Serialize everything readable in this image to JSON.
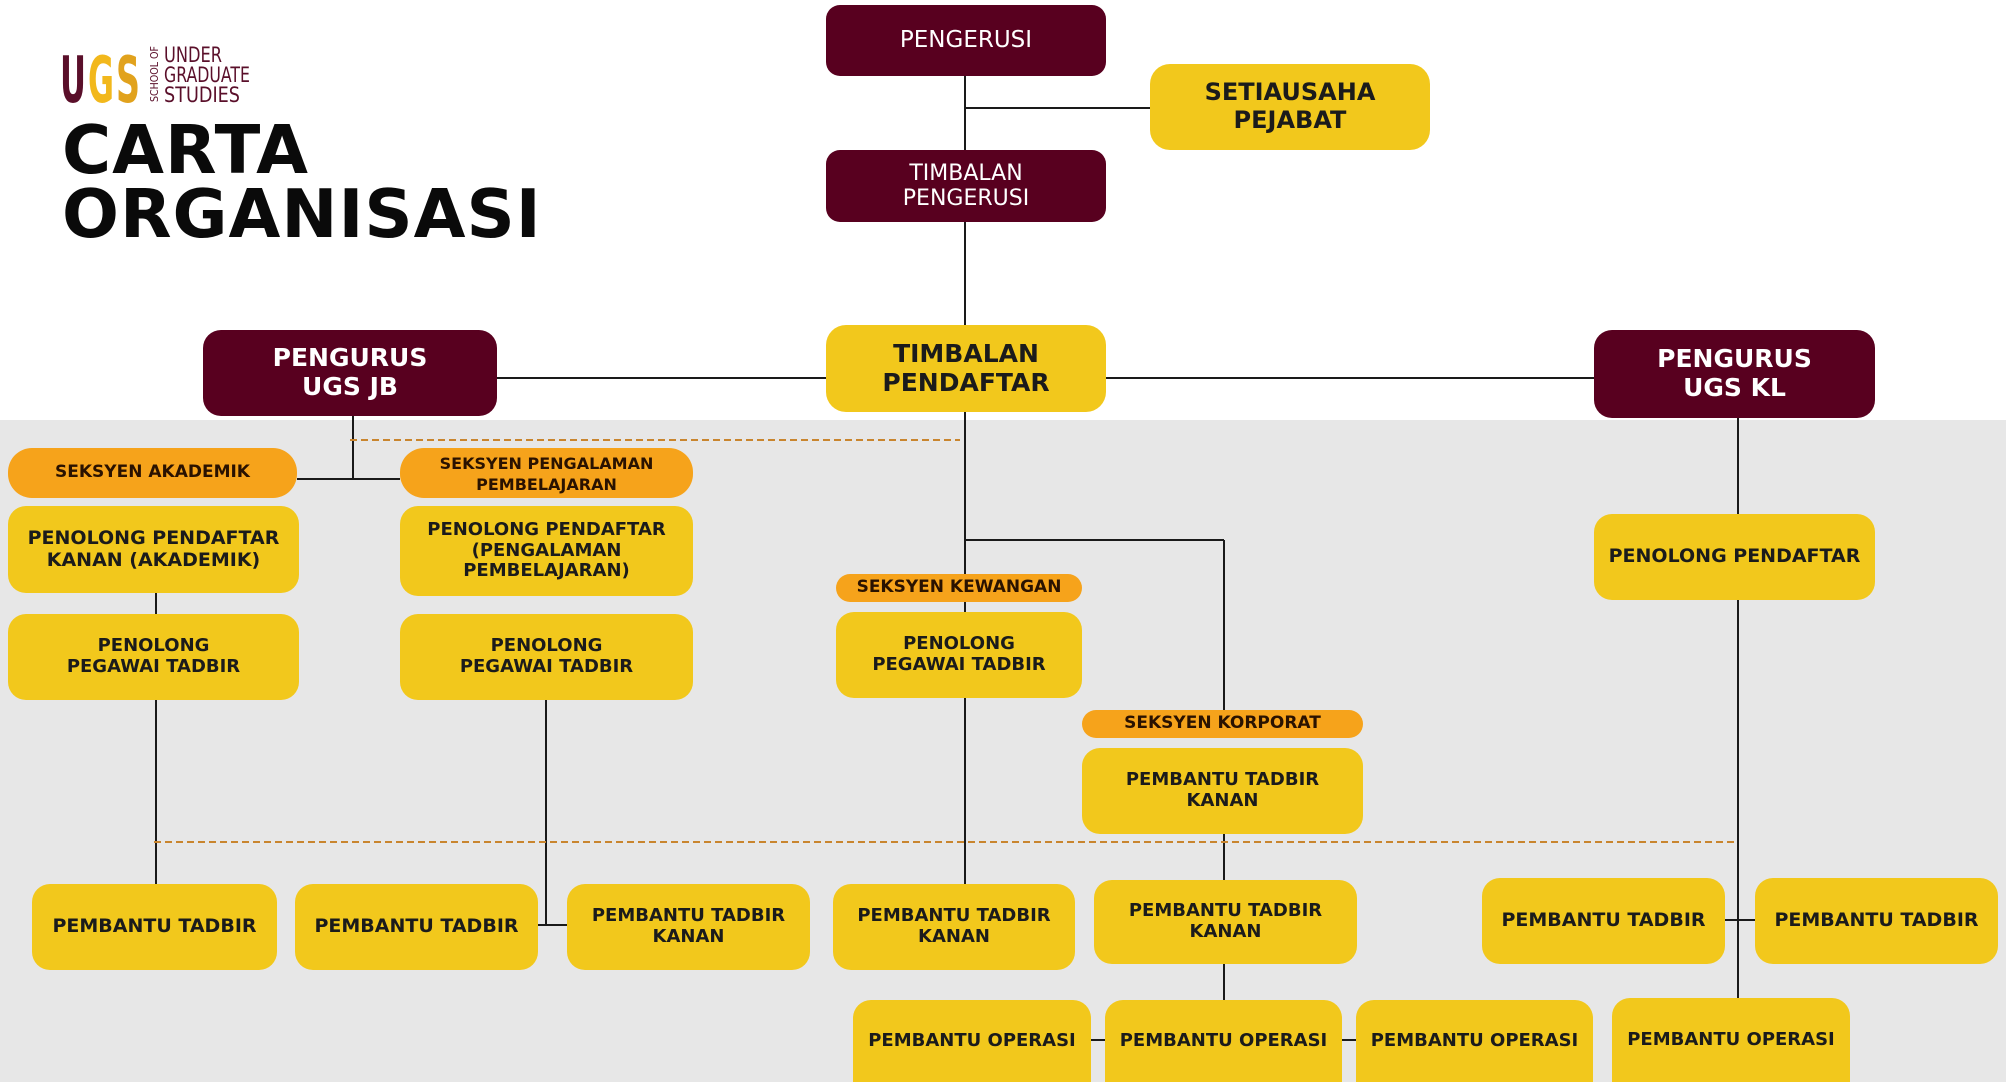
{
  "logo": {
    "letters": "UGS",
    "small": "SCHOOL OF",
    "lines": [
      "UNDER",
      "GRADUATE",
      "STUDIES"
    ],
    "colors": {
      "u": "#5a0f2a",
      "g": "#f2b81c",
      "s": "#e1a21d"
    }
  },
  "title": "CARTA\nORGANISASI",
  "colors": {
    "maroon": "#58001f",
    "yellow": "#f2c81c",
    "orange": "#f6a31b",
    "gray_band": "#e7e7e7",
    "dashed": "#c9852e"
  },
  "nodes": {
    "pengerusi": "PENGERUSI",
    "setiausaha": "SETIAUSAHA\nPEJABAT",
    "timbalan_pengerusi": "TIMBALAN\nPENGERUSI",
    "timbalan_pendaftar": "TIMBALAN\nPENDAFTAR",
    "pengurus_jb": "PENGURUS\nUGS JB",
    "pengurus_kl": "PENGURUS\nUGS KL",
    "seksyen_akademik": "SEKSYEN AKADEMIK",
    "seksyen_pengalaman": "SEKSYEN PENGALAMAN\nPEMBELAJARAN",
    "seksyen_kewangan": "SEKSYEN KEWANGAN",
    "seksyen_korporat": "SEKSYEN KORPORAT",
    "ppk_akademik": "PENOLONG PENDAFTAR\nKANAN (AKADEMIK)",
    "pp_pengalaman": "PENOLONG PENDAFTAR\n(PENGALAMAN\nPEMBELAJARAN)",
    "penolong_pendaftar_kl": "PENOLONG PENDAFTAR",
    "ppt_akademik": "PENOLONG\nPEGAWAI TADBIR",
    "ppt_pengalaman": "PENOLONG\nPEGAWAI TADBIR",
    "ppt_kewangan": "PENOLONG\nPEGAWAI TADBIR",
    "ptk_korporat": "PEMBANTU TADBIR\nKANAN",
    "pt_1": "PEMBANTU TADBIR",
    "pt_2": "PEMBANTU TADBIR",
    "ptk_3": "PEMBANTU TADBIR\nKANAN",
    "ptk_4": "PEMBANTU TADBIR\nKANAN",
    "ptk_5": "PEMBANTU TADBIR\nKANAN",
    "pt_kl_1": "PEMBANTU TADBIR",
    "pt_kl_2": "PEMBANTU TADBIR",
    "po_1": "PEMBANTU OPERASI",
    "po_2": "PEMBANTU OPERASI",
    "po_3": "PEMBANTU OPERASI",
    "po_kl": "PEMBANTU OPERASI"
  }
}
